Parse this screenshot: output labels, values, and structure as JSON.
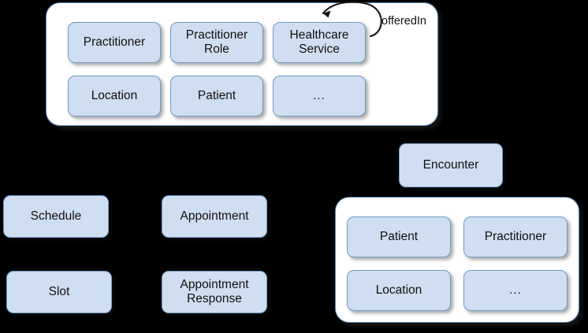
{
  "diagram": {
    "background_color": "#000000",
    "box_fill_color": "#cfdef0",
    "box_border_color": "#6f9dc4",
    "panel_border_color": "#5b86b5",
    "panel_fill_color": "#ffffff"
  },
  "panels": [
    {
      "id": "resources-panel",
      "name": "top-resource-group",
      "boxes": [
        {
          "label": "Practitioner"
        },
        {
          "label": "Practitioner\nRole"
        },
        {
          "label": "Healthcare\nService"
        },
        {
          "label": "Location"
        },
        {
          "label": "Patient"
        },
        {
          "label": "..."
        }
      ]
    },
    {
      "id": "encounter-panel",
      "name": "encounter-resource-group",
      "boxes": [
        {
          "label": "Patient"
        },
        {
          "label": "Practitioner"
        },
        {
          "label": "Location"
        },
        {
          "label": "..."
        }
      ]
    }
  ],
  "standalone_boxes": [
    {
      "id": "encounter",
      "label": "Encounter"
    },
    {
      "id": "schedule",
      "label": "Schedule"
    },
    {
      "id": "appointment",
      "label": "Appointment"
    },
    {
      "id": "slot",
      "label": "Slot"
    },
    {
      "id": "appointment-response",
      "label": "Appointment\nResponse"
    }
  ],
  "edges": [
    {
      "id": "offered-in",
      "label": "offeredIn",
      "from": "Healthcare Service",
      "to": "Healthcare Service",
      "kind": "self-loop"
    }
  ]
}
